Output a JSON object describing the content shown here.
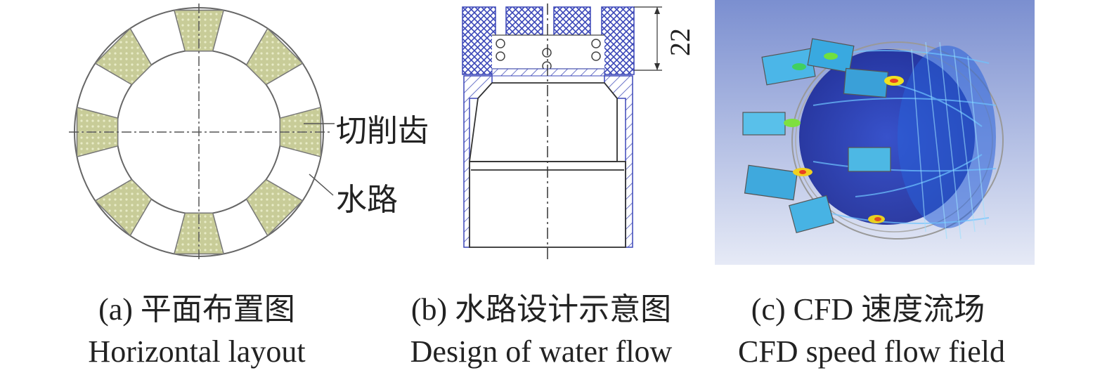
{
  "panels": {
    "a": {
      "caption_cn": "(a) 平面布置图",
      "caption_en": "Horizontal layout",
      "label_teeth": "切削齿",
      "label_waterway": "水路"
    },
    "b": {
      "caption_cn": "(b) 水路设计示意图",
      "caption_en": "Design of water flow",
      "dimension": "22"
    },
    "c": {
      "caption_cn": "(c)  CFD 速度流场",
      "caption_en": "CFD speed flow field"
    }
  },
  "colors": {
    "tooth_fill": "#c8cc98",
    "hatch": "#3b47b8",
    "outline": "#555555",
    "cfd_bg_top": "#7b8fd0",
    "cfd_bg_bottom": "#e6eaf6"
  }
}
